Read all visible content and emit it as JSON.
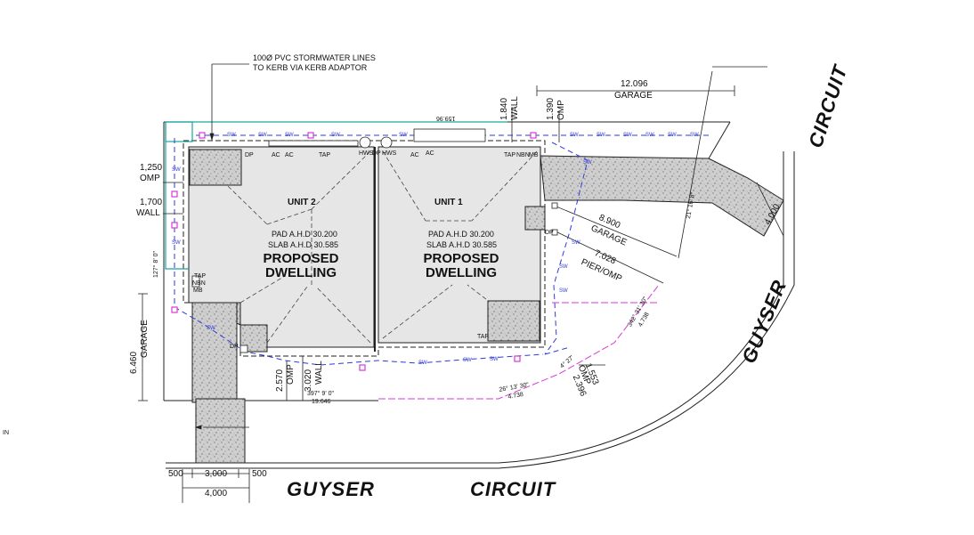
{
  "note": {
    "line1": "100Ø PVC STORMWATER LINES",
    "line2": "TO KERB VIA KERB ADAPTOR"
  },
  "units": {
    "unit2": {
      "name": "UNIT 2",
      "pad": "PAD A.H.D 30.200",
      "slab": "SLAB A.H.D 30.585",
      "title1": "PROPOSED",
      "title2": "DWELLING"
    },
    "unit1": {
      "name": "UNIT 1",
      "pad": "PAD A.H.D 30.200",
      "slab": "SLAB A.H.D 30.585",
      "title1": "PROPOSED",
      "title2": "DWELLING"
    }
  },
  "streets": {
    "bottom_left": "GUYSER",
    "bottom_right": "CIRCUIT",
    "right_top": "CIRCUIT",
    "right_bottom": "GUYSER"
  },
  "dimensions": {
    "garage_top": "12.096",
    "garage_top_label": "GARAGE",
    "wall_top": "1.840",
    "wall_top_label": "WALL",
    "omp_top": "1.390",
    "omp_top_label": "OMP",
    "omp_left": "1,250",
    "omp_left_label": "OMP",
    "wall_left": "1,700",
    "wall_left_label": "WALL",
    "garage_left": "6.460",
    "garage_left_label": "GARAGE",
    "garage_diag": "8.900",
    "garage_diag_label": "GARAGE",
    "pier_diag": "7.028",
    "pier_diag_label": "PIER/OMP",
    "omp_bottom": "2.570",
    "omp_bottom_label": "OMP",
    "wall_bottom": "3.020",
    "wall_bottom_label": "WALL",
    "omp_right": "1.553",
    "omp_right_label": "OMP",
    "dim_2396": "2.396",
    "width_4000_right": "4.000",
    "bottom_500_left": "500",
    "bottom_3000": "3,000",
    "bottom_500_right": "500",
    "bottom_4000": "4,000"
  },
  "fixtures": {
    "dp": "DP",
    "ac": "AC",
    "tap": "TAP",
    "hws": "HWS",
    "nbn": "NBN",
    "mb": "MB",
    "sw": "SW"
  },
  "bearings": {
    "b_top": "159.96",
    "b_bottom": "397° 9' 0\"",
    "b_bottom_len": "19.646",
    "b_arc": "26° 13' 30\"",
    "b_arc_len": "4.738",
    "b_right": "342° 31' 30\"",
    "b_right_len": "4.738",
    "b_corner": "4° 27'",
    "b_far_right": "21° 16' 8\"",
    "b_left": "127° 8' 0\""
  },
  "margin_text": "IN"
}
